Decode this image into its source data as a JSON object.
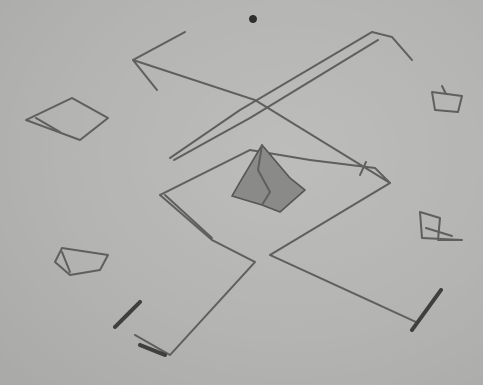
{
  "image": {
    "kind": "pencil sketch on paper",
    "paper_color": "#b3b3b1",
    "pencil_color": "#5f5f5d",
    "dark_pencil_color": "#3f3f3d"
  },
  "marks": [
    "dot",
    "large-x-frame",
    "inner-square",
    "center-shape",
    "left-diamond",
    "left-lower-blob",
    "right-blob-top",
    "right-blob-mid"
  ]
}
